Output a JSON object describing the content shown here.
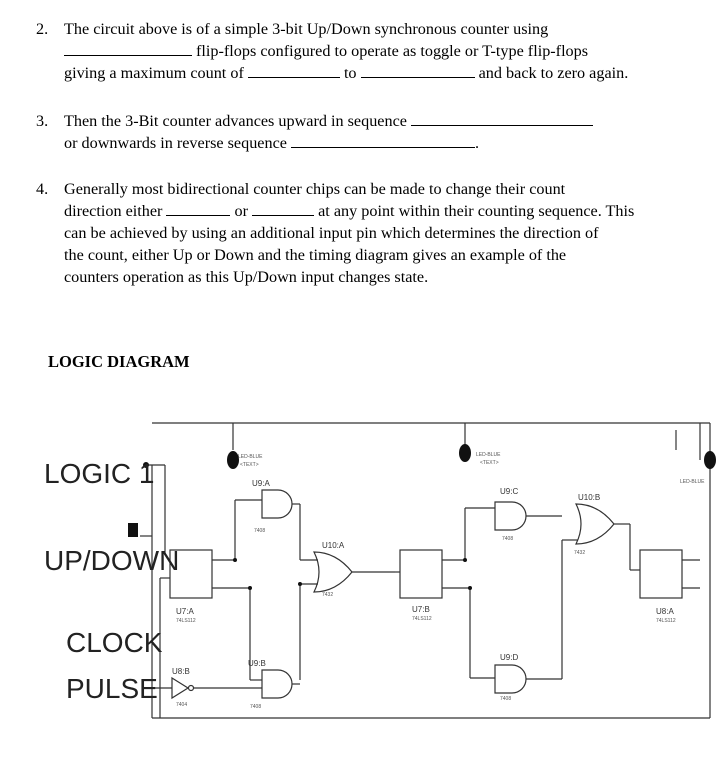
{
  "questions": [
    {
      "number": "2.",
      "line1": "The circuit above is of a simple 3-bit Up/Down synchronous counter using",
      "line2_after_blank": "flip-flops configured to operate as toggle or T-type flip-flops",
      "line3_a": "giving a maximum count of",
      "line3_b": "to",
      "line3_c": "and back to zero again."
    },
    {
      "number": "3.",
      "line1": "Then the 3-Bit counter advances upward in sequence",
      "line2": "or downwards in reverse sequence",
      "line2_end": "."
    },
    {
      "number": "4.",
      "line1": "Generally most bidirectional counter chips can be made to change their count",
      "line2_a": "direction either",
      "line2_b": "or",
      "line2_c": "at any point within their counting sequence. This",
      "line3": "can be achieved by using an additional input pin which determines the direction of",
      "line4": "the count, either Up or Down and the timing diagram gives an example of the",
      "line5": "counters operation as this Up/Down input changes state."
    }
  ],
  "heading": "LOGIC DIAGRAM",
  "diagram": {
    "logic1": "LOGIC 1",
    "updown": "UP/DOWN",
    "clock": "CLOCK",
    "pulse": "PULSE",
    "led_label": "LED-BLUE",
    "text_tag": "<TEXT>",
    "gates": {
      "u9a": "U9:A",
      "u9b": "U9:B",
      "u9c": "U9:C",
      "u9d": "U9:D",
      "u10a": "U10:A",
      "u10b": "U10:B",
      "u8b": "U8:B",
      "u7a": "U7:A",
      "u7b": "U7:B",
      "u8a": "U8:A"
    },
    "ic_and": "7408",
    "ic_or": "7432",
    "ic_ff": "74LS112",
    "ic_not": "7404"
  },
  "colors": {
    "wire": "#333333",
    "led": "#111111",
    "gate_fill": "#ffffff"
  }
}
